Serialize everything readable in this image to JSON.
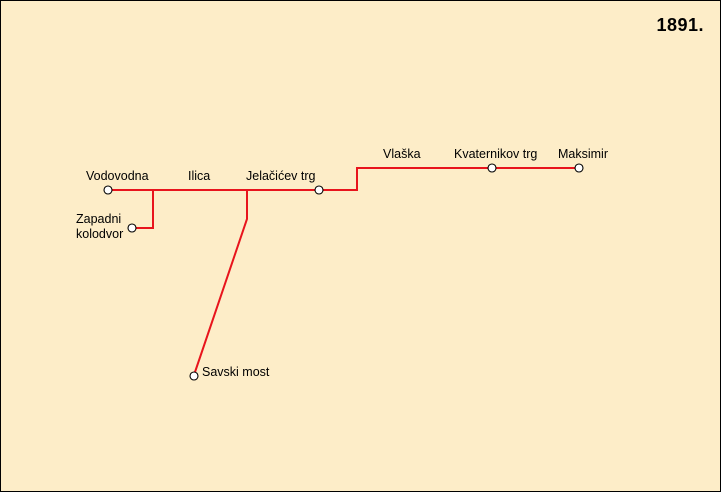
{
  "map": {
    "year": "1891.",
    "line_color": "#e8141c",
    "background_color": "#fdedc8",
    "stations": {
      "vodovodna": "Vodovodna",
      "zapadni_kolodvor_1": "Zapadni",
      "zapadni_kolodvor_2": "kolodvor",
      "jelacicev_trg": "Jelačićev trg",
      "kvaternikov_trg": "Kvaternikov trg",
      "maksimir": "Maksimir",
      "savski_most": "Savski most"
    },
    "streets": {
      "ilica": "Ilica",
      "vlaska": "Vlaška"
    }
  }
}
